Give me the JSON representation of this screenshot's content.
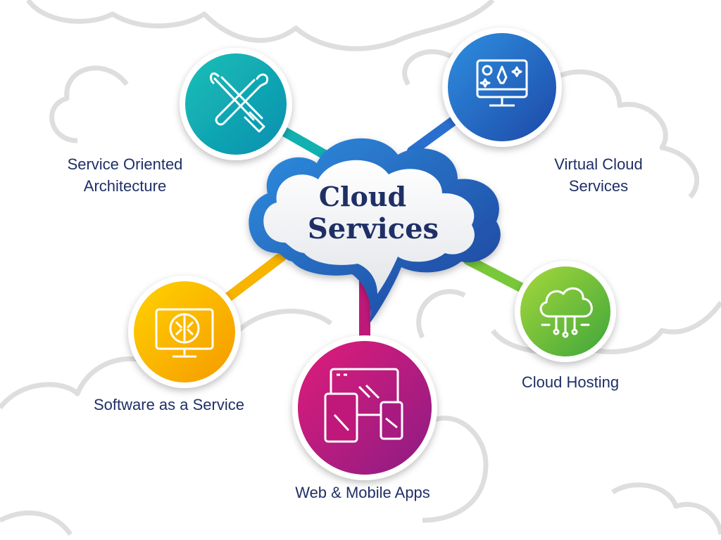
{
  "center": {
    "title_line1": "Cloud",
    "title_line2": "Services"
  },
  "nodes": [
    {
      "label_lines": [
        "Service Oriented",
        "Architecture"
      ],
      "icon": "tools-icon",
      "color": "#12b0b0"
    },
    {
      "label_lines": [
        "Virtual Cloud",
        "Services"
      ],
      "icon": "virtual-desktop-icon",
      "color": "#2a6fcf"
    },
    {
      "label_lines": [
        "Cloud Hosting"
      ],
      "icon": "cloud-hosting-icon",
      "color": "#78c83a"
    },
    {
      "label_lines": [
        "Web & Mobile Apps"
      ],
      "icon": "devices-icon",
      "color": "#c0187a"
    },
    {
      "label_lines": [
        "Software as a Service"
      ],
      "icon": "software-monitor-icon",
      "color": "#f7b400"
    }
  ],
  "colors": {
    "text": "#1f2f66",
    "cloud_outline": "#2f4fa8",
    "background_clouds": "#dcdcdc"
  }
}
